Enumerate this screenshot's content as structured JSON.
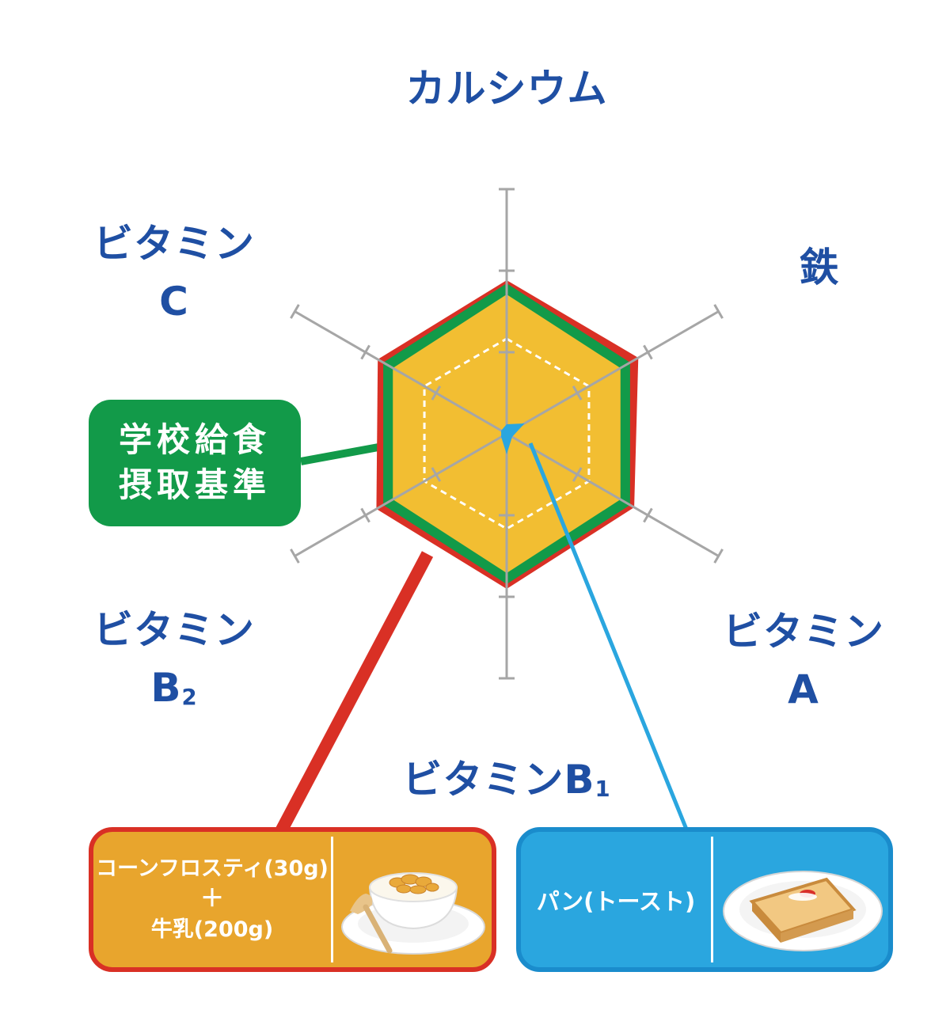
{
  "chart_data": {
    "type": "radar",
    "axes": [
      "カルシウム",
      "鉄",
      "ビタミンA",
      "ビタミンB1",
      "ビタミンB2",
      "ビタミンC"
    ],
    "axis_labels": {
      "calcium": "カルシウム",
      "iron": "鉄",
      "vitamin_a": {
        "line1": "ビタミン",
        "line2": "A"
      },
      "vitamin_b1": {
        "main": "ビタミンB",
        "sub": "1"
      },
      "vitamin_b2": {
        "line1": "ビタミン",
        "main": "B",
        "sub": "2"
      },
      "vitamin_c": {
        "line1": "ビタミン",
        "line2": "C"
      }
    },
    "grid": {
      "ticks_per_axis": 3,
      "reference_level": 1.0,
      "max": 1.5
    },
    "series": [
      {
        "name": "コーンフロスティ(30g)＋牛乳(200g)",
        "color": "#d93025",
        "values": [
          0.97,
          0.96,
          0.93,
          0.98,
          0.95,
          0.94
        ]
      },
      {
        "name": "学校給食摂取基準",
        "color": "#129a49",
        "values": [
          0.95,
          0.9,
          0.9,
          0.95,
          0.9,
          0.9
        ]
      },
      {
        "name": "パン(トースト)",
        "color": "#2aa6df",
        "values": [
          0.06,
          0.13,
          0.04,
          0.13,
          0.04,
          0.04
        ]
      }
    ],
    "fill_color": "#f2be32"
  },
  "standard_label": {
    "line1": "学校給食",
    "line2": "摂取基準"
  },
  "callouts": {
    "cereal": {
      "line1": "コーンフロスティ(30g)",
      "line2": "＋",
      "line3": "牛乳(200g)",
      "image_icon": "cereal-bowl-with-milk",
      "color": "#e8a52d",
      "border": "#d93025"
    },
    "toast": {
      "line1": "パン(トースト)",
      "image_icon": "toast-on-plate",
      "color": "#2aa6df",
      "border": "#1a8ccc"
    }
  }
}
